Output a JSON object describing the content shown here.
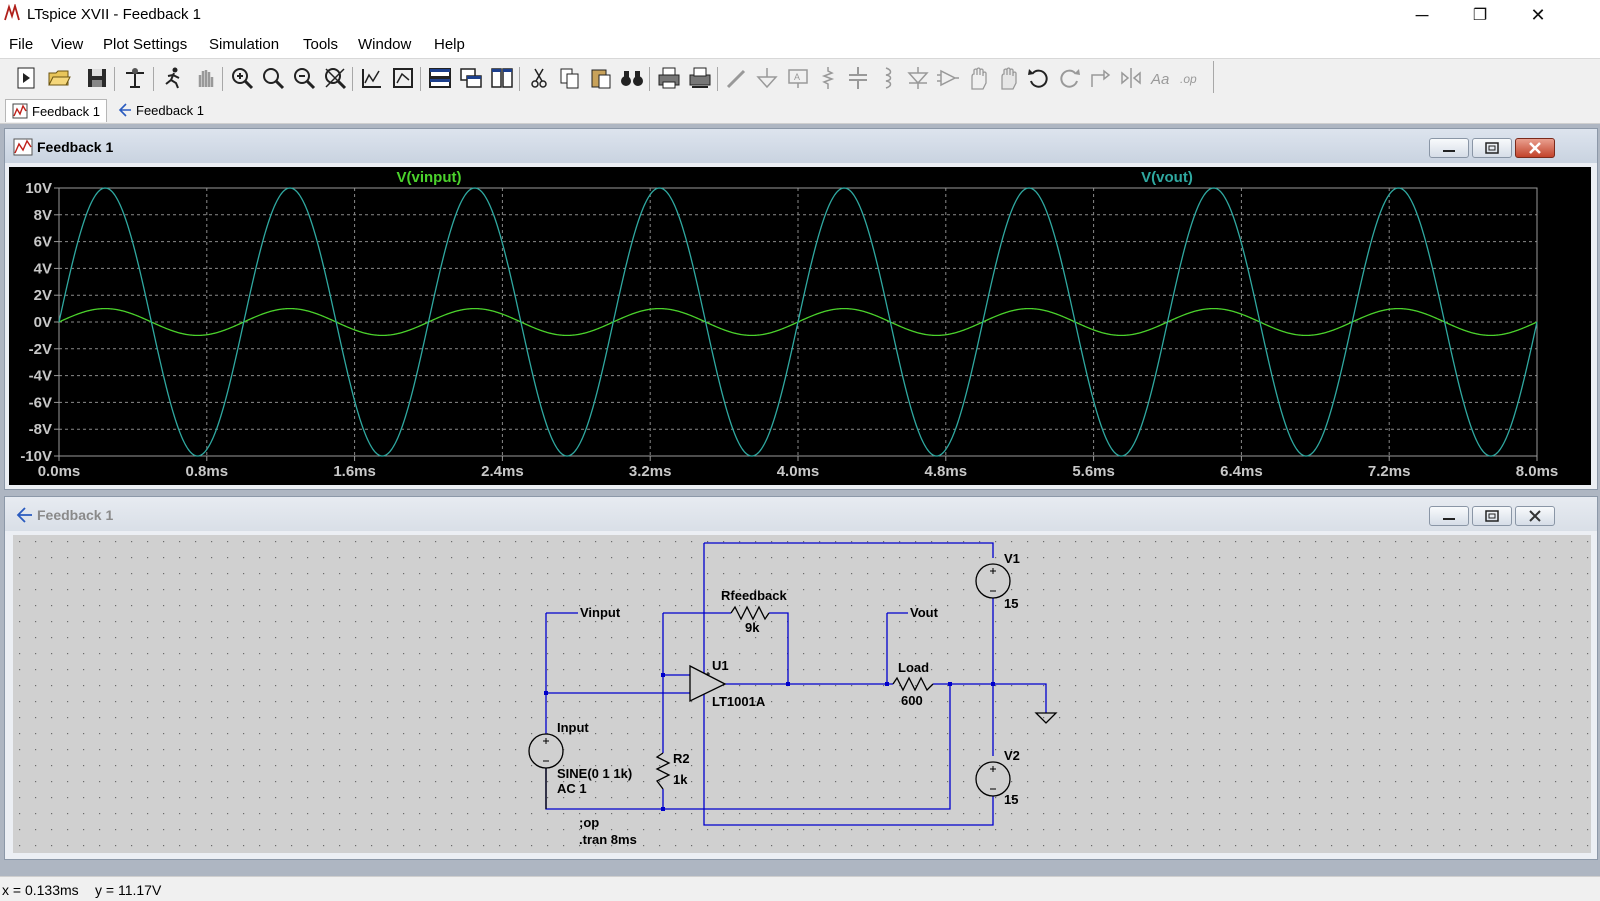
{
  "window": {
    "title": "LTspice XVII - Feedback 1",
    "minimize_glyph": "─",
    "maximize_glyph": "❐",
    "close_glyph": "✕"
  },
  "menu": [
    "File",
    "View",
    "Plot Settings",
    "Simulation",
    "Tools",
    "Window",
    "Help"
  ],
  "toolbar_icons": [
    "new-schematic-icon",
    "open-icon",
    "save-icon",
    "control-panel-icon",
    "run-icon",
    "halt-icon",
    "zoom-in-icon",
    "zoom-full-icon",
    "zoom-out-icon",
    "zoom-cancel-icon",
    "autorange-icon",
    "manual-limits-icon",
    "tile-horizontal-icon",
    "cascade-icon",
    "tile-vertical-icon",
    "cut-icon",
    "copy-icon",
    "paste-icon",
    "find-icon",
    "print-icon",
    "print-preview-icon",
    "wire-icon",
    "ground-icon",
    "label-net-icon",
    "resistor-icon",
    "capacitor-icon",
    "inductor-icon",
    "diode-icon",
    "component-icon",
    "move-icon",
    "drag-icon",
    "undo-icon",
    "redo-icon",
    "rotate-icon",
    "mirror-icon",
    "text-icon",
    "spice-directive-icon"
  ],
  "tabs": [
    {
      "label": "Feedback 1",
      "kind": "waveform"
    },
    {
      "label": "Feedback 1",
      "kind": "schematic"
    }
  ],
  "waveform_window": {
    "title": "Feedback 1"
  },
  "schematic_window": {
    "title": "Feedback 1"
  },
  "chart_data": {
    "type": "line",
    "x_unit": "ms",
    "xlim": [
      0,
      8
    ],
    "ylim": [
      -10,
      10
    ],
    "x_ticks": [
      "0.0ms",
      "0.8ms",
      "1.6ms",
      "2.4ms",
      "3.2ms",
      "4.0ms",
      "4.8ms",
      "5.6ms",
      "6.4ms",
      "7.2ms",
      "8.0ms"
    ],
    "y_ticks": [
      "10V",
      "8V",
      "6V",
      "4V",
      "2V",
      "0V",
      "-2V",
      "-4V",
      "-6V",
      "-8V",
      "-10V"
    ],
    "grid": true,
    "background": "#000000",
    "series": [
      {
        "name": "V(vinput)",
        "color": "#4bd22c",
        "amplitude": 1,
        "frequency_khz": 1
      },
      {
        "name": "V(vout)",
        "color": "#2fa8a0",
        "amplitude": 10,
        "frequency_khz": 1
      }
    ]
  },
  "schematic": {
    "net_labels": {
      "vinput": "Vinput",
      "vout": "Vout"
    },
    "components": {
      "rfeedback_name": "Rfeedback",
      "rfeedback_value": "9k",
      "u1_name": "U1",
      "u1_model": "LT1001A",
      "load_name": "Load",
      "load_value": "600",
      "r2_name": "R2",
      "r2_value": "1k",
      "input_name": "Input",
      "input_value": "SINE(0 1 1k)",
      "input_ac": "AC 1",
      "v1_name": "V1",
      "v1_value": "15",
      "v2_name": "V2",
      "v2_value": "15"
    },
    "directives": [
      ";op",
      ".tran 8ms"
    ],
    "wire_color": "#0000cc"
  },
  "status": {
    "x_label": "x = 0.133ms",
    "y_label": "y = 11.17V"
  }
}
